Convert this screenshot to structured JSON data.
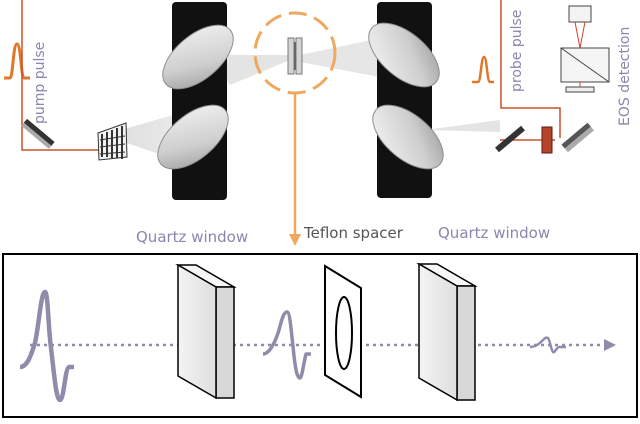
{
  "labels": {
    "pump_pulse": "pump pulse",
    "probe_pulse": "probe pulse",
    "eos_detection": "EOS detection",
    "quartz_window_left": "Quartz window",
    "teflon_spacer": "Teflon spacer",
    "quartz_window_right": "Quartz window"
  },
  "colors": {
    "beam": "#c8522a",
    "pulse_top": "#e0762a",
    "highlight": "#f0a860",
    "window_block": "#111111",
    "pulse_bottom": "#8f8cab",
    "text_muted": "#8a86ad",
    "text_dark": "#555555"
  }
}
